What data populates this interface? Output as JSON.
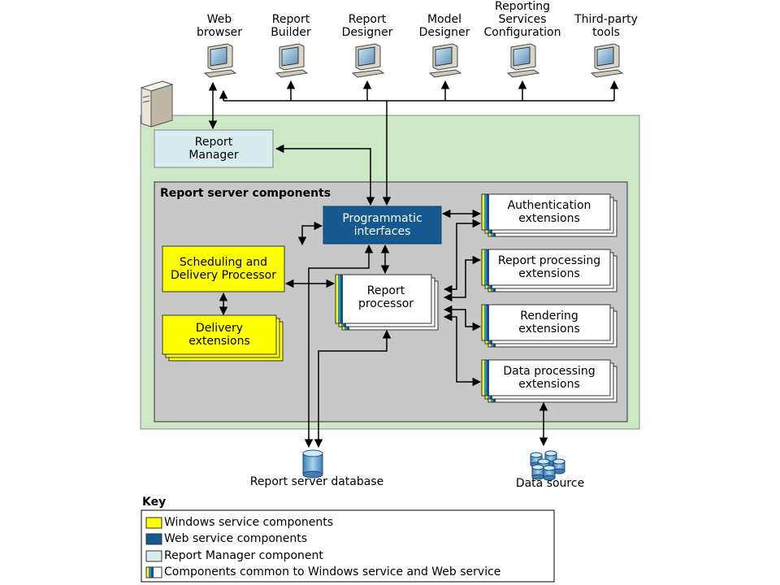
{
  "clients": [
    {
      "id": "web",
      "label": "Web\nbrowser"
    },
    {
      "id": "builder",
      "label": "Report\nBuilder"
    },
    {
      "id": "designer",
      "label": "Report\nDesigner"
    },
    {
      "id": "model",
      "label": "Model\nDesigner"
    },
    {
      "id": "config",
      "label": "Reporting\nServices\nConfiguration"
    },
    {
      "id": "third",
      "label": "Third-party\ntools"
    }
  ],
  "report_manager": "Report\nManager",
  "components_title": "Report server components",
  "programmatic": "Programmatic\ninterfaces",
  "scheduling": "Scheduling and\nDelivery Processor",
  "delivery": "Delivery\nextensions",
  "report_processor": "Report\nprocessor",
  "extensions": [
    {
      "id": "auth",
      "label": "Authentication\nextensions"
    },
    {
      "id": "proc",
      "label": "Report processing\nextensions"
    },
    {
      "id": "render",
      "label": "Rendering\nextensions"
    },
    {
      "id": "data",
      "label": "Data processing\nextensions"
    }
  ],
  "db_label": "Report server database",
  "ds_label": "Data source",
  "key": {
    "title": "Key",
    "items": [
      {
        "label": "Windows service components",
        "color": "#ffff00"
      },
      {
        "label": "Web service components",
        "color": "#145a91"
      },
      {
        "label": "Report Manager component",
        "color": "#d8ecf2"
      },
      {
        "label": "Components common to Windows service and Web service",
        "color": "#ffff00"
      }
    ]
  },
  "colors": {
    "server_bg": "#cde8c4",
    "components_bg": "#c8c8c8",
    "windows": "#ffff00",
    "web": "#145a91",
    "manager": "#d8ecf2",
    "common_stripes": [
      "#ffff00",
      "#2b8fc6",
      "#1a4f80"
    ]
  }
}
